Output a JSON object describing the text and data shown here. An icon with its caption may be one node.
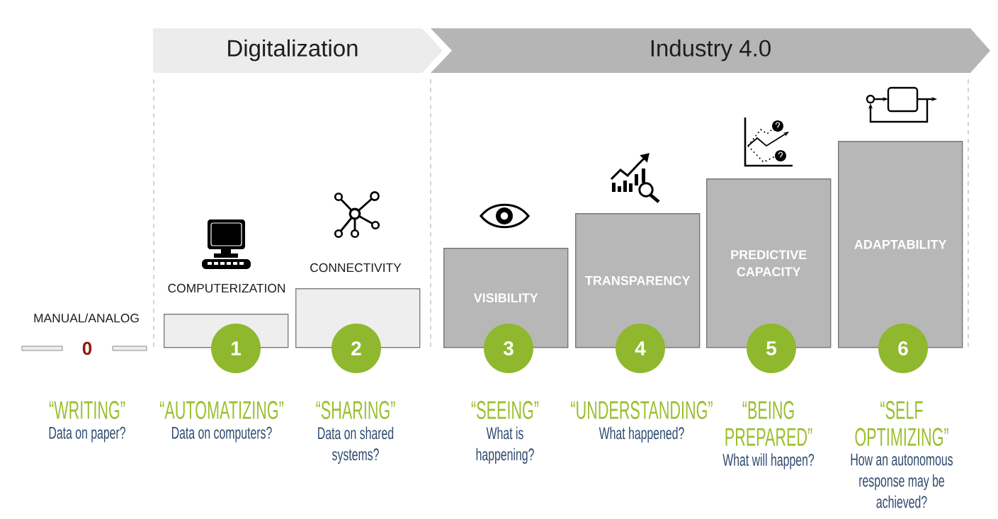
{
  "diagram": {
    "nodes": [
      {
        "text": [
          "Digitalization"
        ]
      },
      {
        "text": [
          "Industry 4.0"
        ]
      },
      {
        "text": [
          "COMPUTERIZATION"
        ]
      },
      {
        "text": [
          "CONNECTIVITY"
        ]
      },
      {
        "text": [
          "VISIBILITY"
        ]
      },
      {
        "text": [
          "TRANSPARENCY"
        ]
      },
      {
        "text": [
          "PREDICTIVE CAPACITY"
        ]
      },
      {
        "text": [
          "ADAPTABILITY"
        ]
      },
      {
        "text": [
          "1"
        ]
      },
      {
        "text": [
          "2"
        ]
      },
      {
        "text": [
          "3"
        ]
      },
      {
        "text": [
          "4"
        ]
      },
      {
        "text": [
          "5"
        ]
      },
      {
        "text": [
          "6"
        ]
      }
    ],
    "labels": [
      "MANUAL/ANALOG",
      "0",
      "“WRITING”",
      "Data on paper?",
      "“AUTOMATIZING”",
      "Data on computers?",
      "“SHARING”",
      "Data on shared systems?",
      "“SEEING”",
      "What is happening?",
      "“UNDERSTANDING”",
      "What happened?",
      "“BEING PREPARED”",
      "What will happen?",
      "“SELF OPTIMIZING”",
      "How an autonomous response may be achieved?"
    ]
  }
}
